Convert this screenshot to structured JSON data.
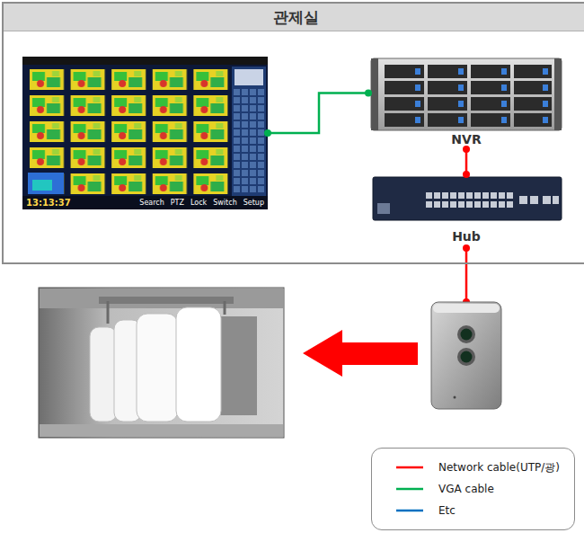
{
  "diagram": {
    "nodes": [
      {
        "text": [
          "관제실"
        ]
      },
      {
        "text": [
          "13:13:37",
          "Search",
          "PTZ",
          "Lock",
          "Switch",
          "Setup"
        ],
        "in": 0
      },
      {
        "text": [
          "NVR"
        ],
        "in": 0
      },
      {
        "text": [
          "Hub"
        ],
        "in": 0
      }
    ],
    "edges": [
      {
        "from": 1,
        "to": 2,
        "arrow": "none"
      },
      {
        "from": 2,
        "to": 3,
        "arrow": "none"
      }
    ],
    "legend": [
      {
        "text": "Network cable(UTP/광)"
      },
      {
        "text": "VGA cable"
      },
      {
        "text": "Etc"
      }
    ]
  }
}
